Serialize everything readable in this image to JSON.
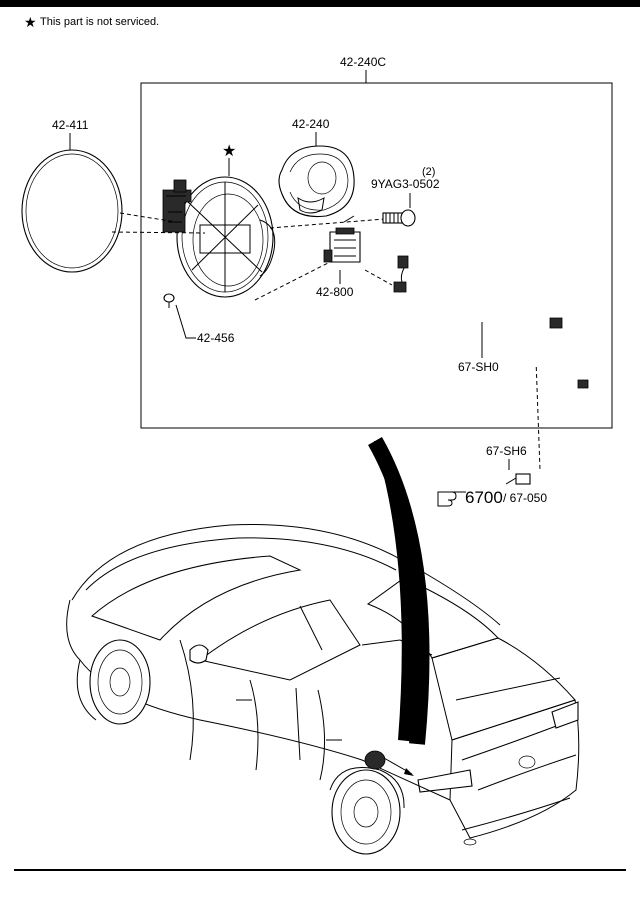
{
  "note": {
    "symbol": "★",
    "text": "This part is not serviced."
  },
  "labels": {
    "assembly": "42-240C",
    "cap_ring": "42-411",
    "housing": "42-240",
    "bolt_qty": "(2)",
    "bolt": "9YAG3-0502",
    "actuator": "42-800",
    "bumper": "42-456",
    "harness": "67-SH0",
    "clip": "67-SH6",
    "ref_main": "6700",
    "ref_sub": "/ 67-050"
  },
  "icons": {
    "star": "star-icon",
    "ref": "pointing-hand-icon"
  }
}
